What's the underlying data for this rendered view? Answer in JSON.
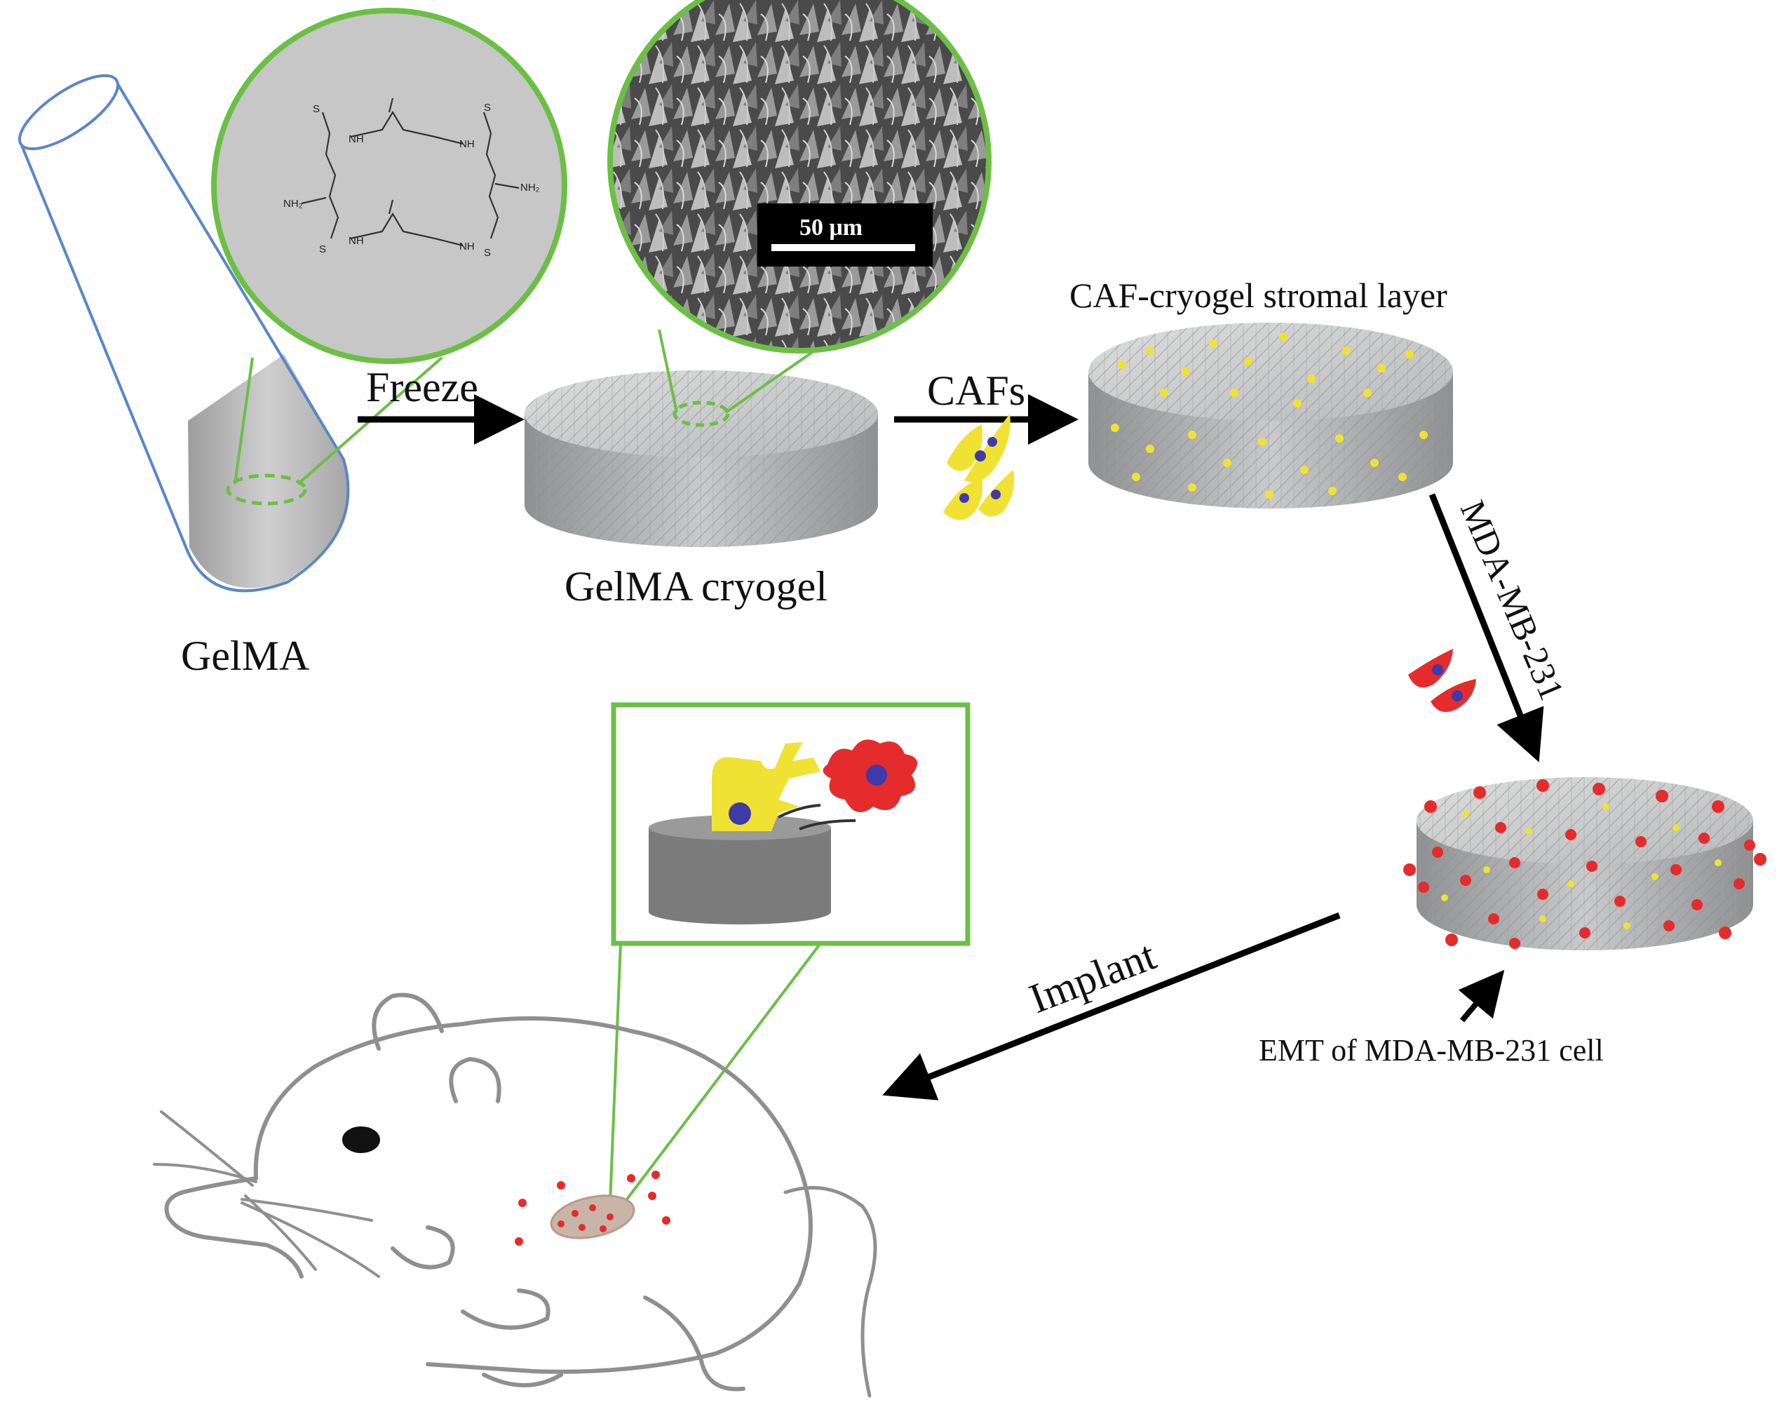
{
  "labels": {
    "gelma": "GelMA",
    "freeze": "Freeze",
    "gelma_cryogel": "GelMA cryogel",
    "cafs": "CAFs",
    "caf_layer": "CAF-cryogel stromal layer",
    "mda": "MDA-MB-231",
    "implant": "Implant",
    "emt": "EMT of MDA-MB-231 cell",
    "scale_bar": "50 μm"
  },
  "chem": {
    "nh": "NH",
    "nh2": "NH₂",
    "s": "S"
  },
  "colors": {
    "tube_outline": "#5b86c7",
    "zoom_green": "#6cbf45",
    "arrow": "#000000",
    "caf_yellow": "#efe233",
    "cancer_red": "#e52b2b",
    "nucleus_blue": "#3f3aa8",
    "scaffold_gray": "#a8aaab",
    "mouse_outline": "#8f8f8f"
  },
  "icons": {
    "test_tube": "test-tube-icon",
    "caf_cell": "caf-cell-icon",
    "cancer_cell": "cancer-cell-icon",
    "mouse": "mouse-icon"
  }
}
